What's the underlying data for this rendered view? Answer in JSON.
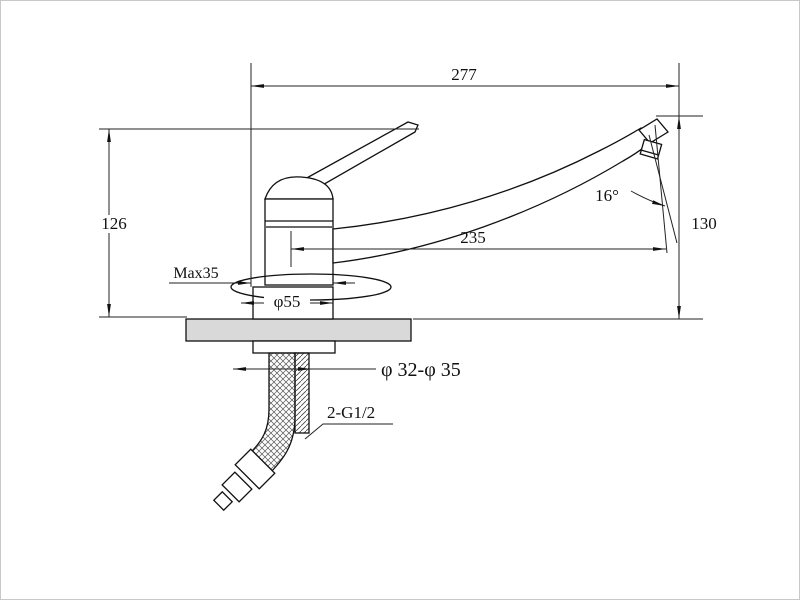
{
  "drawing": {
    "type": "technical-diagram",
    "subject": "single-handle kitchen faucet side elevation with mounting hardware",
    "colors": {
      "line": "#111111",
      "background": "#ffffff",
      "countertop_fill": "#d9d9d9"
    },
    "labels": {
      "top_width": "277",
      "left_height": "126",
      "right_height": "130",
      "spout_reach": "235",
      "spout_angle": "16°",
      "max_mount_thickness": "Max35",
      "base_diameter": "φ55",
      "mount_hole_diameter": "φ 32-φ 35",
      "inlet_thread": "2-G1/2"
    }
  }
}
